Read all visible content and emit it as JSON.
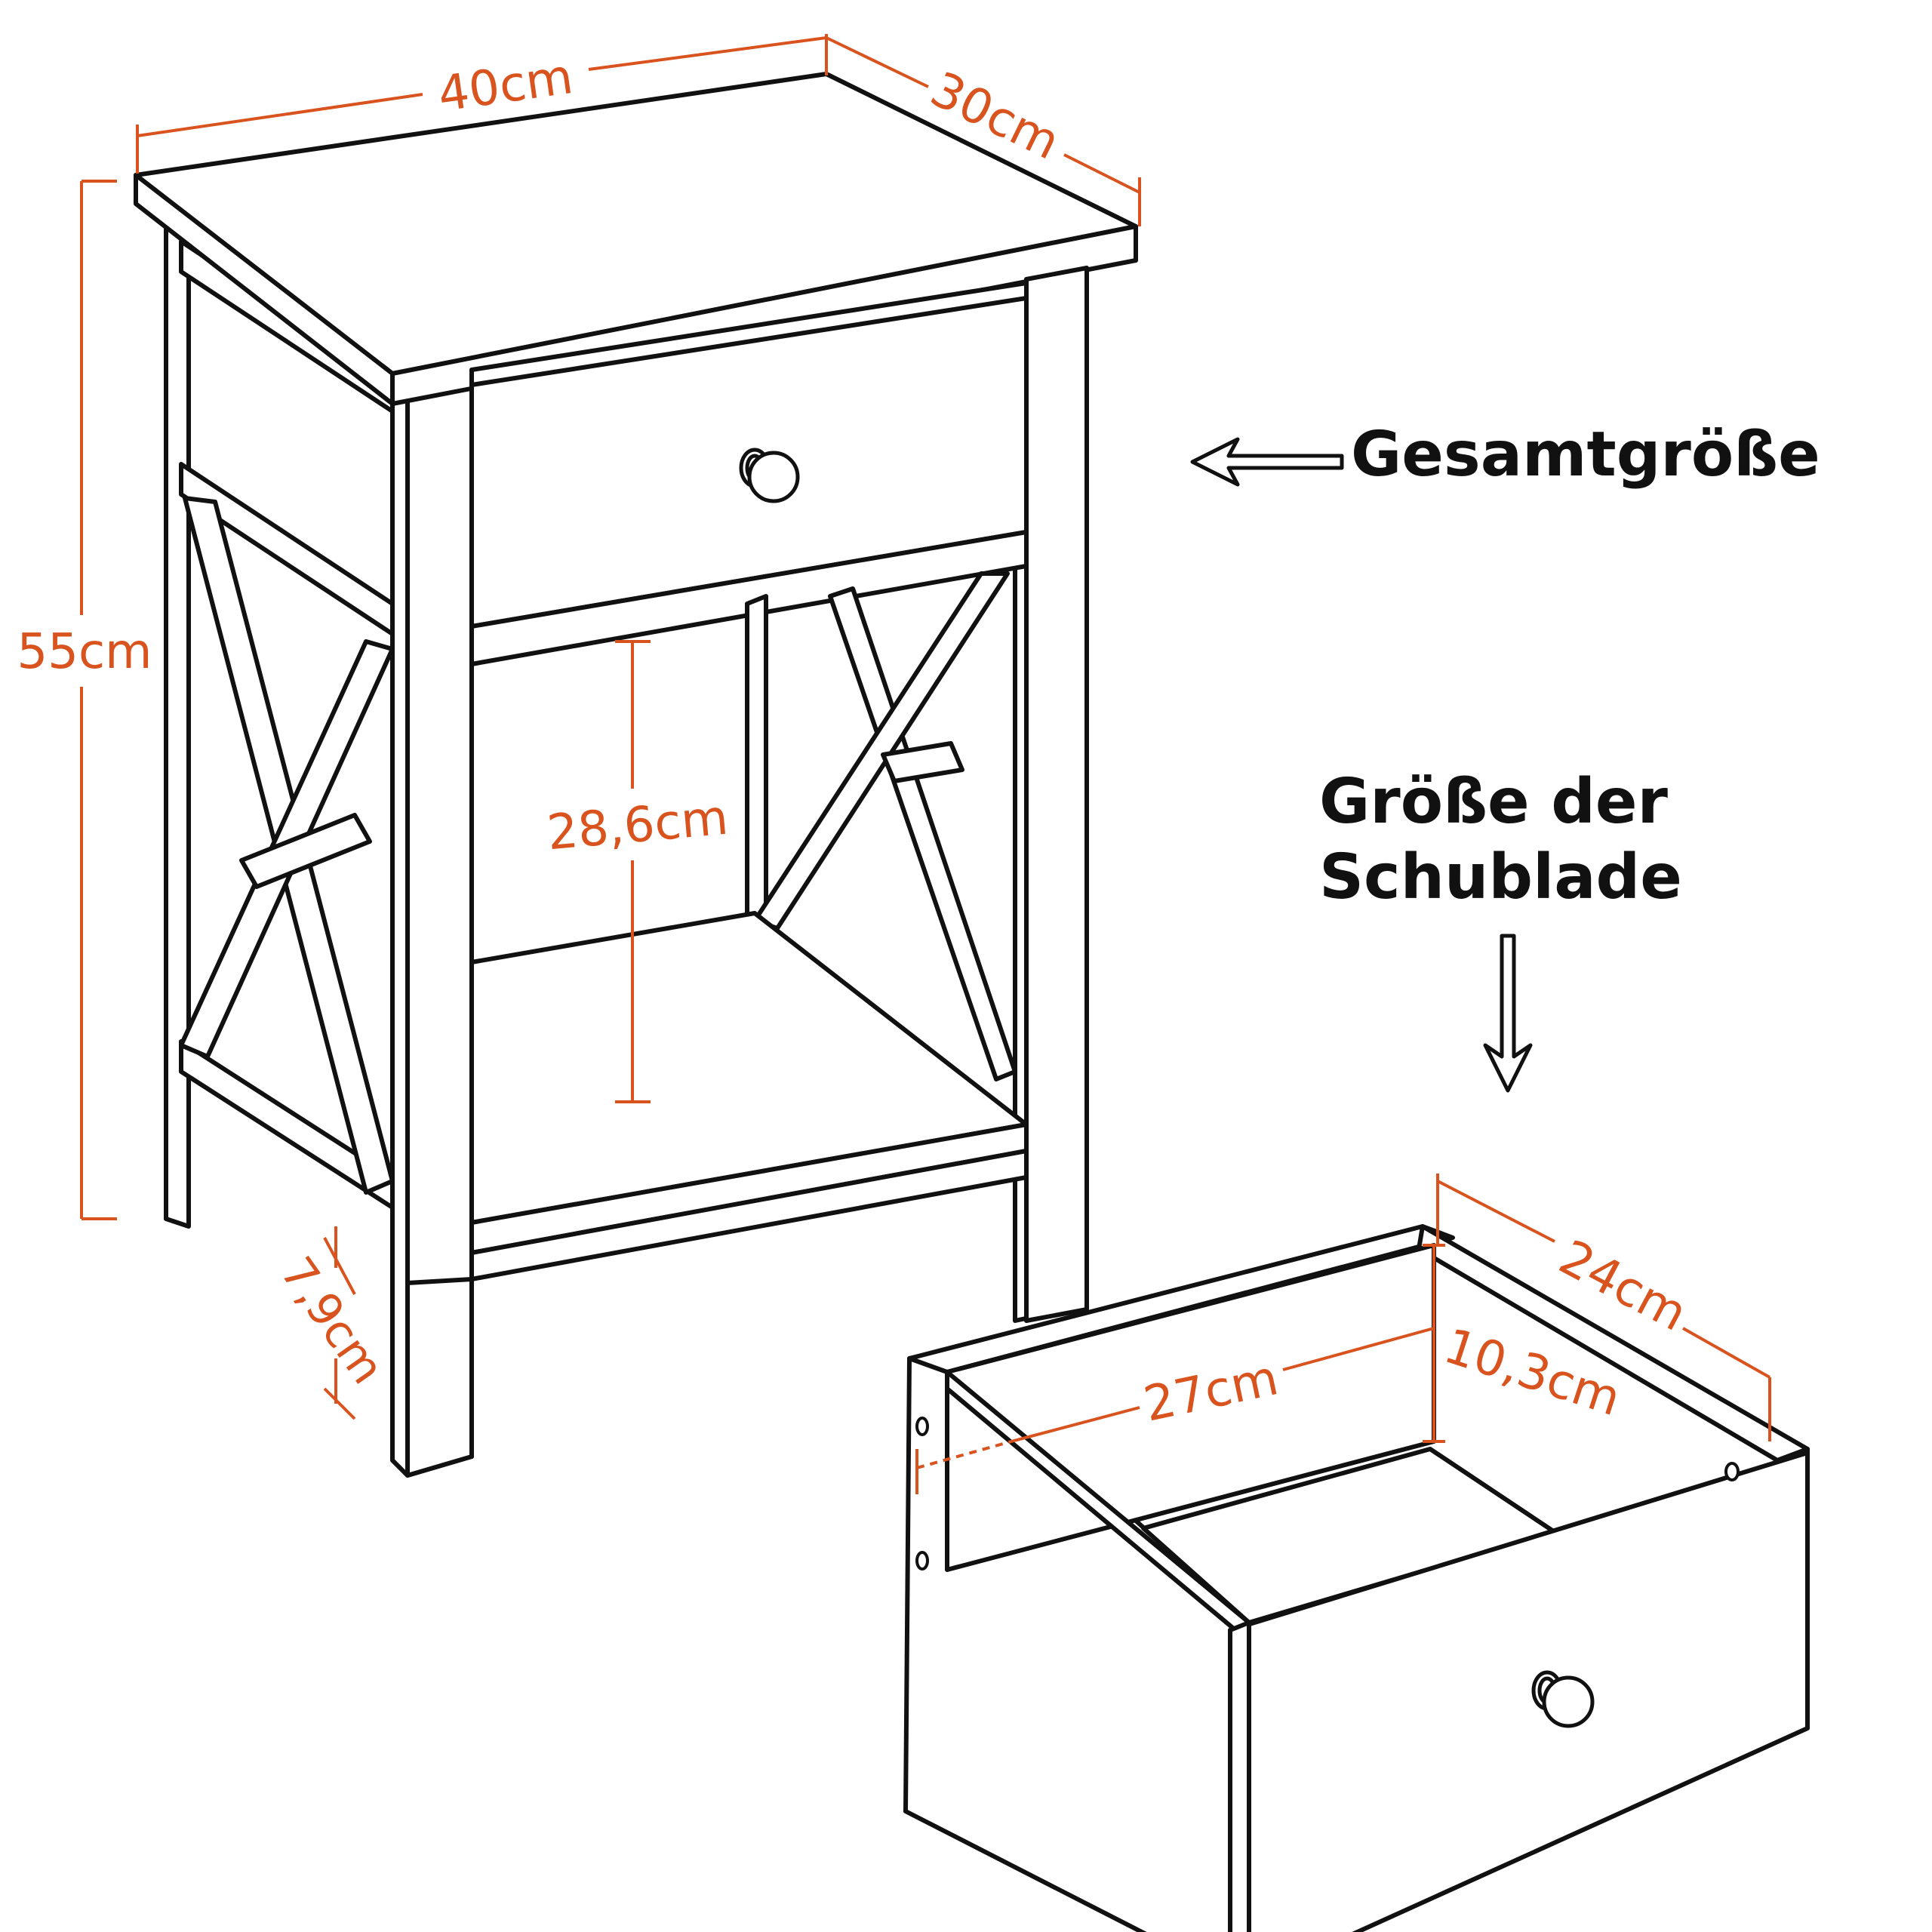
{
  "colors": {
    "outline": "#111111",
    "dimension": "#d9531e",
    "fill": "#ffffff"
  },
  "labels": {
    "overall": "Gesamtgröße",
    "drawer_line1": "Größe der",
    "drawer_line2": "Schublade"
  },
  "dimensions": {
    "width": "40cm",
    "depth": "30cm",
    "height": "55cm",
    "shelf_gap": "28,6cm",
    "leg_clearance": "7,9cm",
    "drawer_width": "27cm",
    "drawer_depth": "24cm",
    "drawer_height": "10,3cm"
  },
  "icons": {
    "overall_arrow": "arrow-left-icon",
    "drawer_arrow": "arrow-down-icon",
    "knob": "knob-icon"
  }
}
